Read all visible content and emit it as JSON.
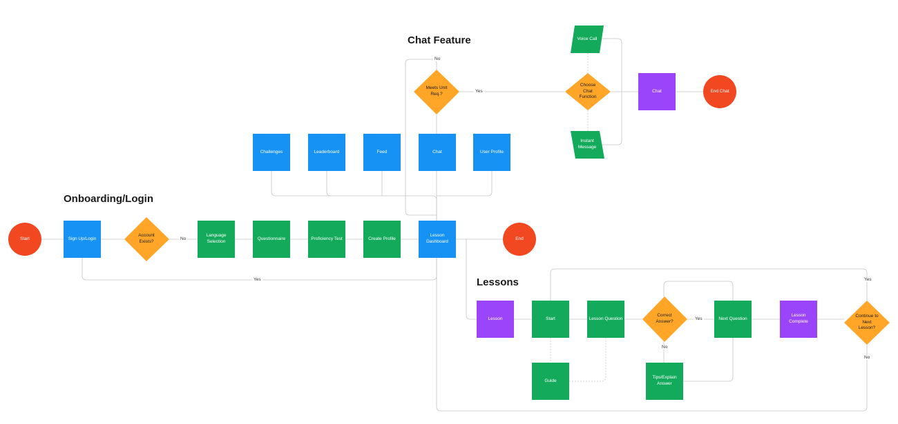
{
  "headings": {
    "chat_feature": "Chat Feature",
    "onboarding": "Onboarding/Login",
    "lessons": "Lessons"
  },
  "nodes": {
    "start": "Start",
    "sign_up_login": "Sign Up/Login",
    "account_exists": "Account\nExists?",
    "language_selection": "Language\nSelection",
    "questionnaire": "Questionnaire",
    "proficiency_test": "Proficiency Test",
    "create_profile": "Create Profile",
    "lesson_dashboard": "Lesson\nDashboard",
    "end": "End",
    "challenges": "Challenges",
    "leaderboard": "Leaderboard",
    "feed": "Feed",
    "chat_nav": "Chat",
    "user_profile": "User Profile",
    "meets_unit_req": "Meets Unit\nReq.?",
    "voice_call": "Voice Call",
    "choose_chat_function": "Choose\nChat\nFunction",
    "instant_message": "Instant\nMessage",
    "chat": "Chat",
    "end_chat": "End Chat",
    "lesson": "Lesson",
    "lesson_start": "Start",
    "lesson_question": "Lesson Question",
    "correct_answer": "Correct\nAnswer?",
    "next_question": "Next Question",
    "lesson_complete": "Lesson\nComplete",
    "continue_next_lesson": "Continue to\nNext\nLesson?",
    "guide": "Guide",
    "tips_explain": "Tips/Explain\nAnswer"
  },
  "edge_labels": {
    "no_account": "No",
    "yes_account": "Yes",
    "no_unit": "No",
    "yes_unit": "Yes",
    "yes_correct": "Yes",
    "no_correct": "No",
    "yes_continue": "Yes",
    "no_continue": "No"
  },
  "colors": {
    "blue": "#1692f5",
    "green": "#14aa5c",
    "purple": "#9b45fb",
    "orange": "#ffa629",
    "red": "#f24822",
    "connector": "#c4c4c4"
  }
}
